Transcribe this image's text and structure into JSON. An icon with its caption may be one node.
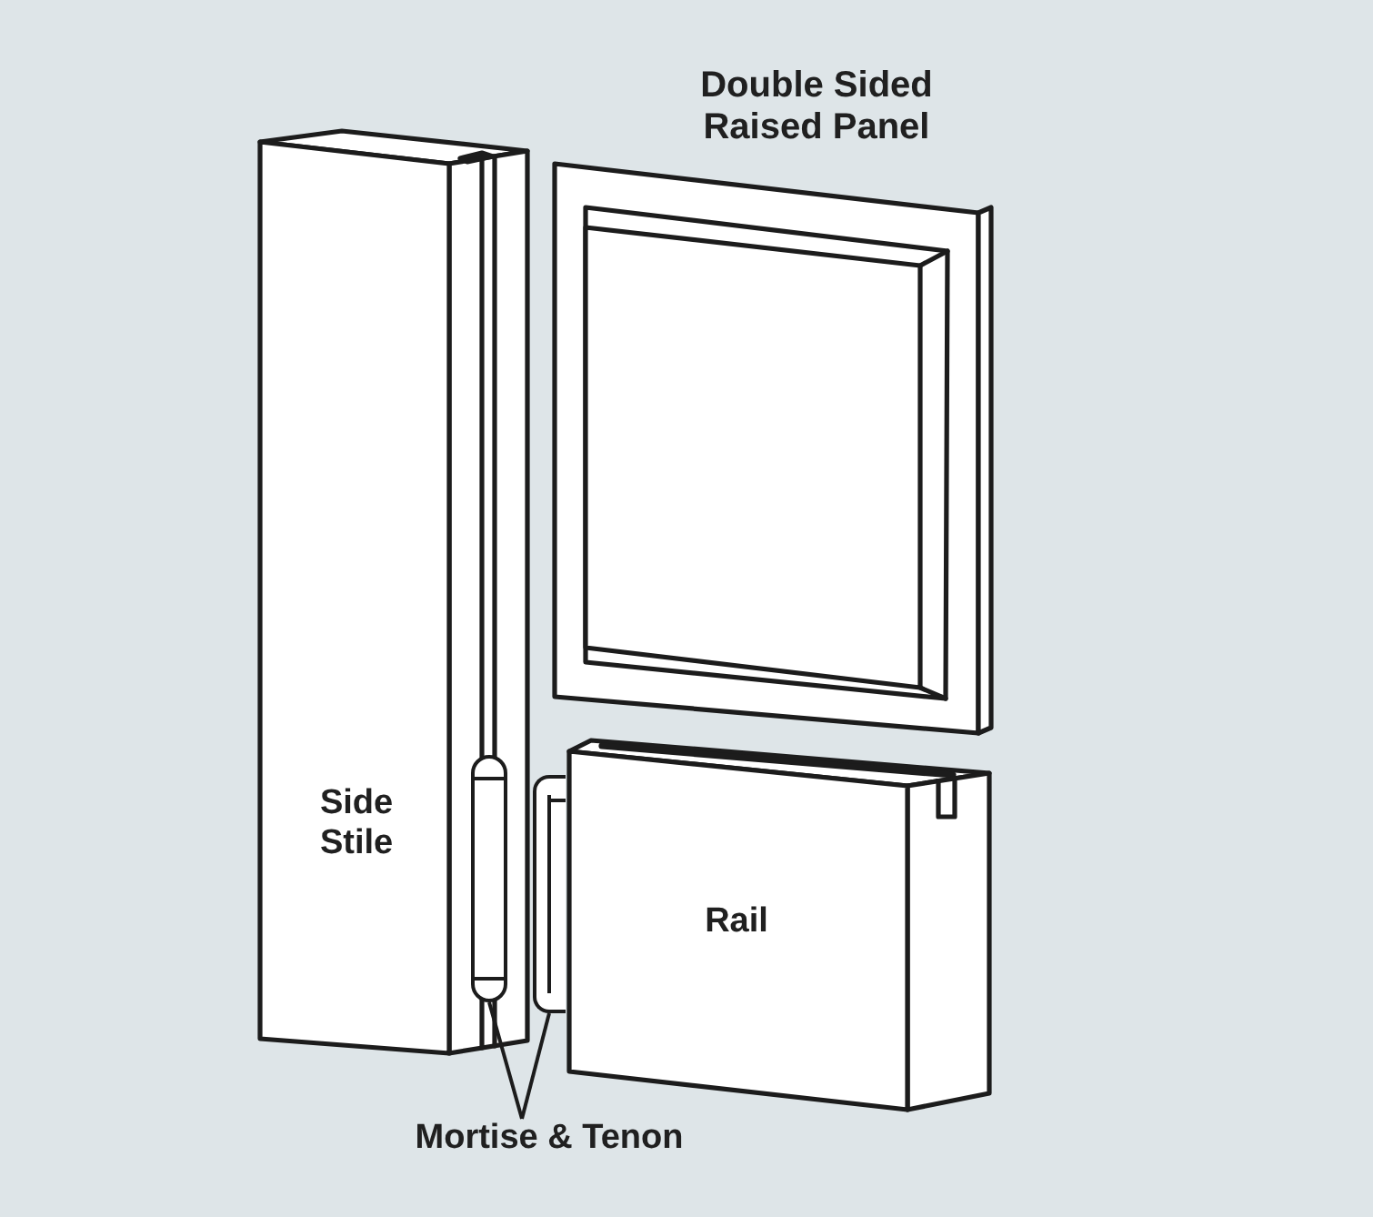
{
  "diagram": {
    "nodes": [
      {
        "text": [
          "Double Sided Raised Panel"
        ]
      },
      {
        "text": [
          "Side Stile"
        ]
      },
      {
        "text": [],
        "shape": "slot",
        "in": 1
      },
      {
        "text": [
          "Rail"
        ]
      },
      {
        "text": [],
        "shape": "bar"
      },
      {
        "text": [
          "Mortise & Tenon"
        ]
      }
    ],
    "edges": [
      {
        "from": 5,
        "to": 2,
        "arrow": "none"
      },
      {
        "from": 5,
        "to": 4,
        "arrow": "none"
      }
    ]
  }
}
